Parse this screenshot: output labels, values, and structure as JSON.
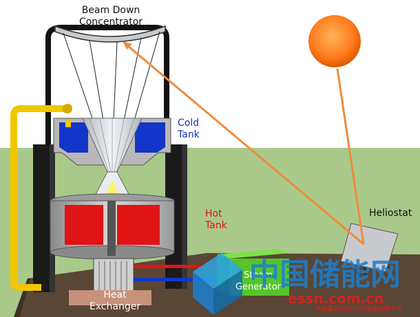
{
  "labels": {
    "concentrator_line1": "Beam Down",
    "concentrator_line2": "Concentrator",
    "cold_tank_line1": "Cold",
    "cold_tank_line2": "Tank",
    "hot_tank_line1": "Hot",
    "hot_tank_line2": "Tank",
    "heliostat": "Heliostat",
    "steam_generator_line1": "Steam",
    "steam_generator_line2": "Generator",
    "heat_exchanger_line1": "Heat",
    "heat_exchanger_line2": "Exchanger"
  },
  "watermark": {
    "chinese": "中国储能网",
    "url": "essn.com.cn",
    "subtitle": "中国最具影响力的储能网络平台"
  },
  "colors": {
    "sky": "#ffffff",
    "grass": "#a9c98a",
    "ground": "#5a4634",
    "cold_salt": "#1436c8",
    "hot_salt": "#e01414",
    "pipe_yellow": "#f2c700",
    "beam_orange": "#f08a3c",
    "sun": "#ff7a1a",
    "steam_generator": "#55c52a",
    "cold_label": "#1a2fb0",
    "hot_label": "#e01010",
    "watermark_blue": "#1b7fd0",
    "watermark_red": "#e02020"
  }
}
